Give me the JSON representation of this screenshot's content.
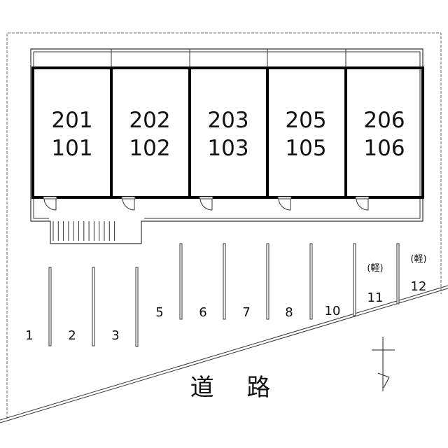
{
  "units": [
    {
      "upper": "201",
      "lower": "101"
    },
    {
      "upper": "202",
      "lower": "102"
    },
    {
      "upper": "203",
      "lower": "103"
    },
    {
      "upper": "205",
      "lower": "105"
    },
    {
      "upper": "206",
      "lower": "106"
    }
  ],
  "parking": [
    {
      "label": "1"
    },
    {
      "label": "2"
    },
    {
      "label": "3"
    },
    {
      "label": "5"
    },
    {
      "label": "6"
    },
    {
      "label": "7"
    },
    {
      "label": "8"
    },
    {
      "label": "10"
    },
    {
      "label": "11",
      "note": "(軽)"
    },
    {
      "label": "12",
      "note": "(軽)"
    }
  ],
  "road_label": "道 路"
}
